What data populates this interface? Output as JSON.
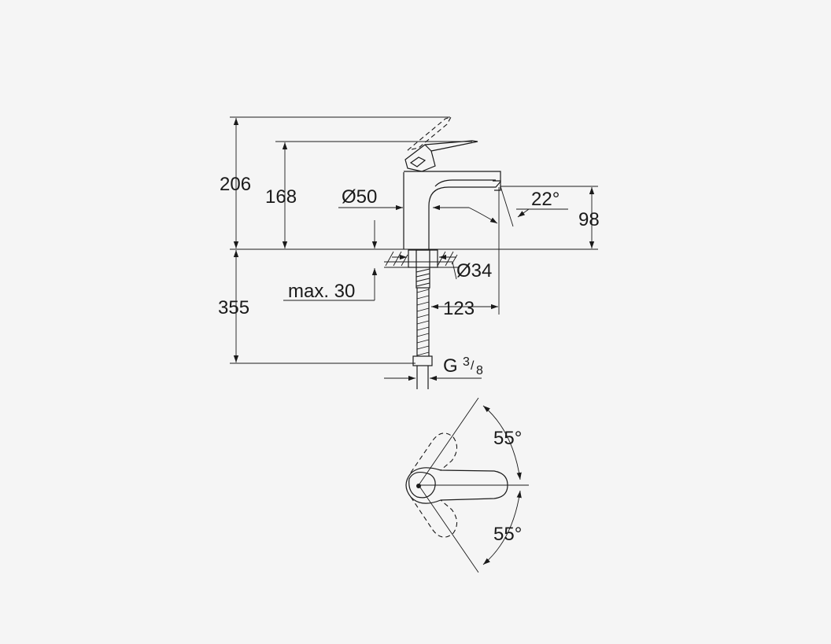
{
  "side_view": {
    "total_height": "206",
    "spout_height": "168",
    "body_diameter": "Ø50",
    "angle": "22°",
    "outlet_height": "98",
    "hole_diameter": "Ø34",
    "counter_thickness": "max. 30",
    "projection": "123",
    "hose_length": "355",
    "thread_main": "G",
    "thread_num": "3",
    "thread_den": "8"
  },
  "top_view": {
    "angle_up": "55°",
    "angle_down": "55°"
  },
  "colors": {
    "line": "#1a1a1a",
    "background": "#f5f5f5"
  }
}
